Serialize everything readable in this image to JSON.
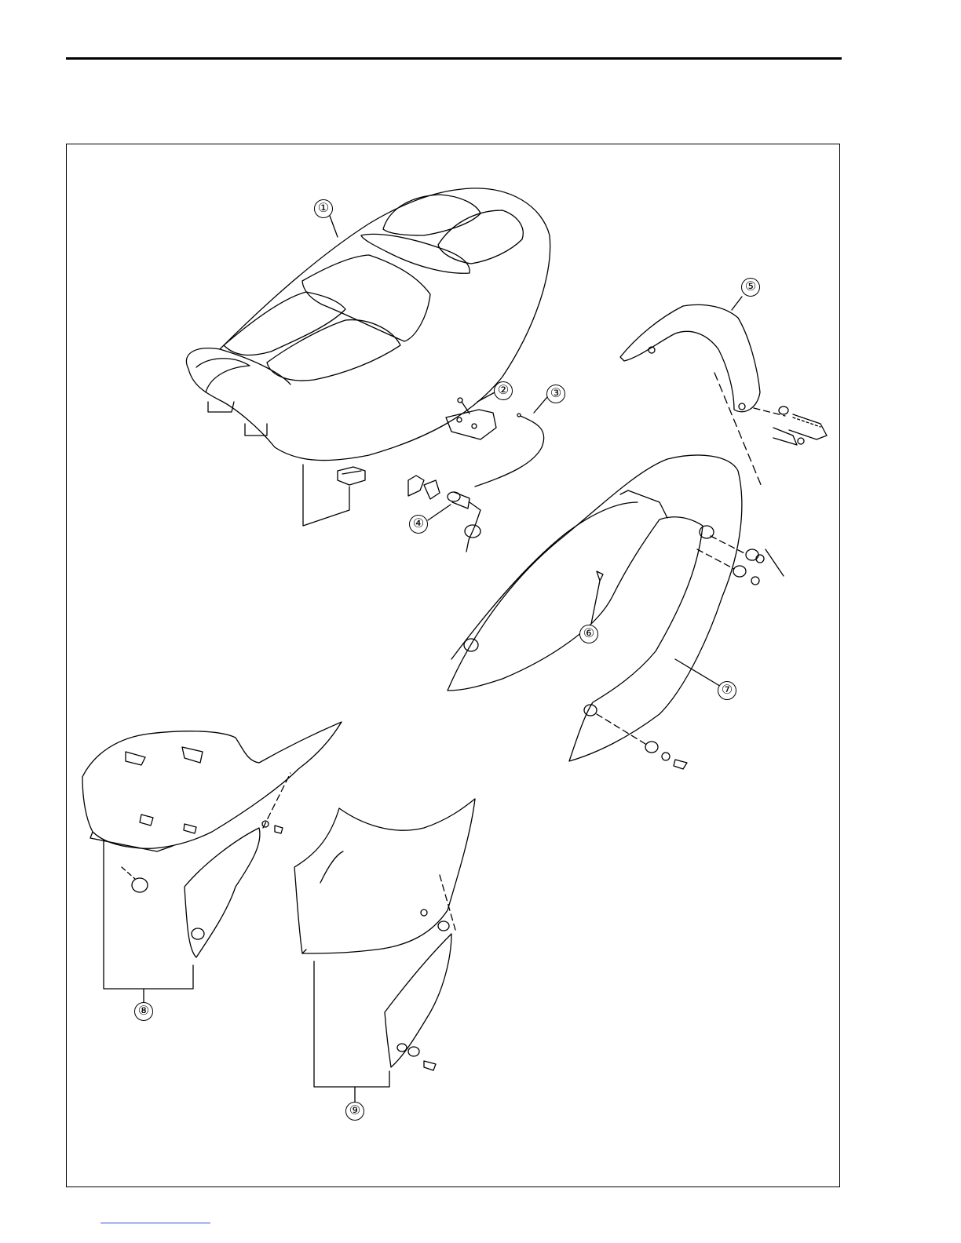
{
  "callouts": [
    {
      "id": "1",
      "label": "①"
    },
    {
      "id": "2",
      "label": "②"
    },
    {
      "id": "3",
      "label": "③"
    },
    {
      "id": "4",
      "label": "④"
    },
    {
      "id": "5",
      "label": "⑤"
    },
    {
      "id": "6",
      "label": "⑥"
    },
    {
      "id": "7",
      "label": "⑦"
    },
    {
      "id": "8",
      "label": "⑧"
    },
    {
      "id": "9",
      "label": "⑨"
    }
  ],
  "colors": {
    "line": "#000000",
    "accent_link": "#2a4fd8"
  }
}
